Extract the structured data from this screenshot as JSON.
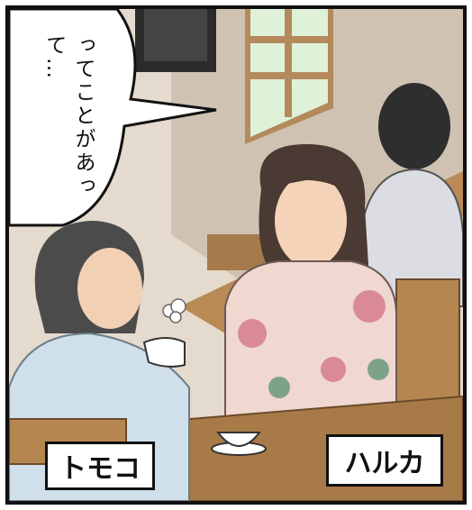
{
  "speech_bubble": {
    "text": "ってことがあって…"
  },
  "labels": {
    "left": "トモコ",
    "right": "ハルカ"
  },
  "colors": {
    "wall": "#e6ddd2",
    "wood": "#a67a4a",
    "outline": "#111111"
  }
}
